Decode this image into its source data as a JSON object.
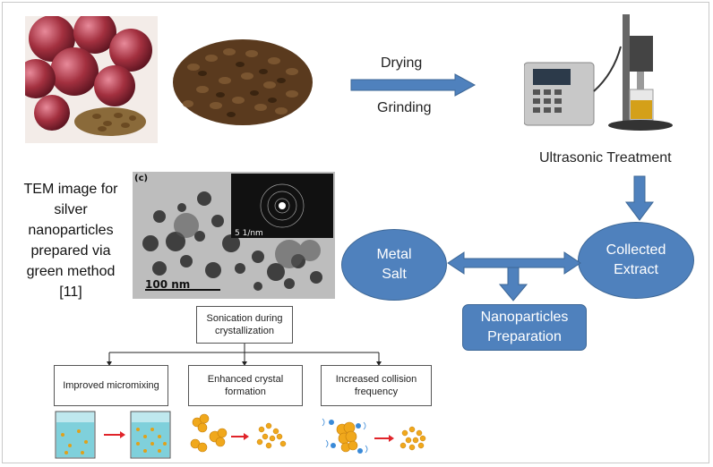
{
  "labels": {
    "drying": "Drying",
    "grinding": "Grinding",
    "ultrasonic": "Ultrasonic Treatment",
    "tem_caption": [
      "TEM image for",
      "silver",
      "nanoparticles",
      "prepared via",
      "green method",
      "[11]"
    ]
  },
  "nodes": {
    "metal_salt": [
      "Metal",
      "Salt"
    ],
    "collected_extract": [
      "Collected",
      "Extract"
    ],
    "nanoparticles": [
      "Nanoparticles",
      "Preparation"
    ]
  },
  "tem": {
    "panel_label": "(c)",
    "scale_bar": "100 nm",
    "inset_scale": "5 1/nm"
  },
  "sono_chart": {
    "root": [
      "Sonication during",
      "crystallization"
    ],
    "children": [
      [
        "Improved micromixing"
      ],
      [
        "Enhanced crystal",
        "formation"
      ],
      [
        "Increased collision",
        "frequency"
      ]
    ]
  },
  "colors": {
    "node_fill": "#4f81bd",
    "node_border": "#3d6796",
    "red_arrow": "#e0242a"
  }
}
